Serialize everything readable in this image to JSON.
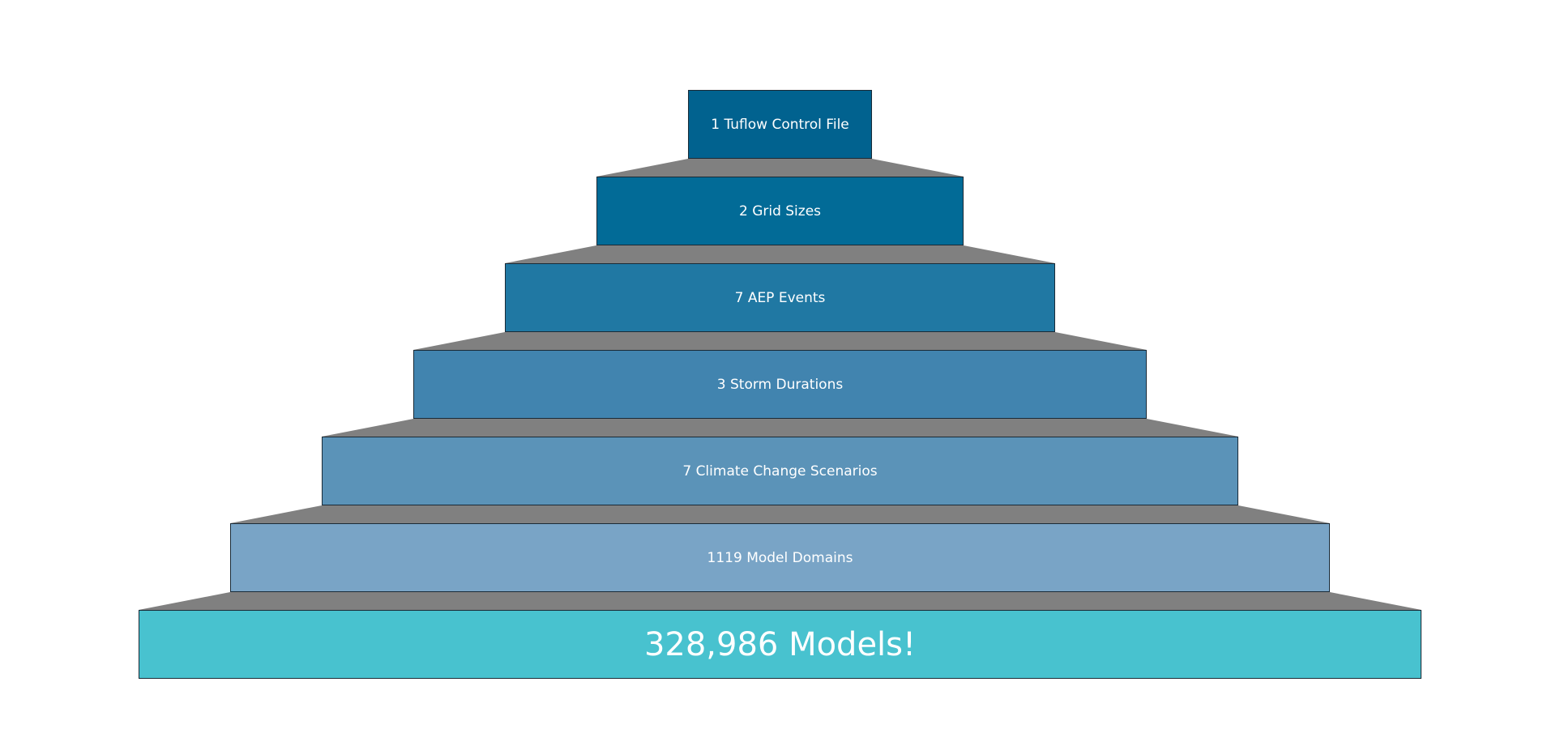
{
  "diagram": {
    "type": "stacked-pyramid",
    "connector_color": "#808080",
    "border_color": "#1a2a36",
    "tiers": [
      {
        "label": "1 Tuflow Control File",
        "color": "#01628f"
      },
      {
        "label": "2 Grid Sizes",
        "color": "#026b97"
      },
      {
        "label": "7 AEP Events",
        "color": "#2078a3"
      },
      {
        "label": "3 Storm Durations",
        "color": "#4184af"
      },
      {
        "label": "7 Climate Change Scenarios",
        "color": "#5b93b8"
      },
      {
        "label": "1119 Model Domains",
        "color": "#79a4c6"
      }
    ],
    "result": {
      "label": "328,986 Models!",
      "color": "#48c2cf"
    }
  }
}
